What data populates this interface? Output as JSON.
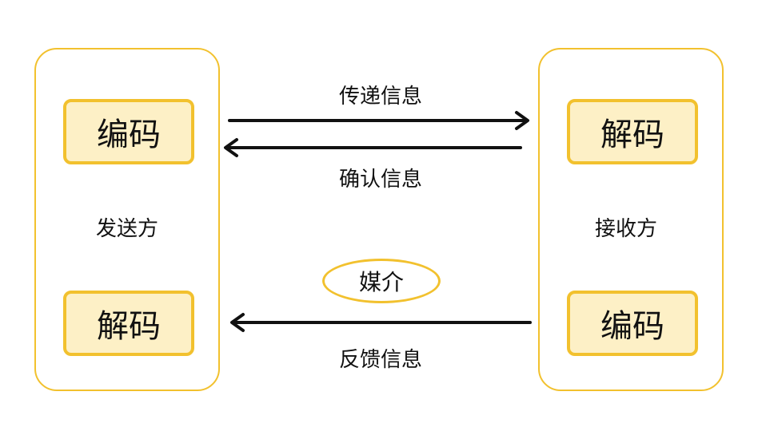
{
  "sender": {
    "label": "发送方",
    "top_box": "编码",
    "bottom_box": "解码"
  },
  "receiver": {
    "label": "接收方",
    "top_box": "解码",
    "bottom_box": "编码"
  },
  "messages": {
    "send": "传递信息",
    "confirm": "确认信息",
    "feedback": "反馈信息"
  },
  "medium": "媒介",
  "colors": {
    "accent_border": "#f2c12e",
    "box_fill": "#fdf0c6",
    "arrow": "#111111"
  }
}
